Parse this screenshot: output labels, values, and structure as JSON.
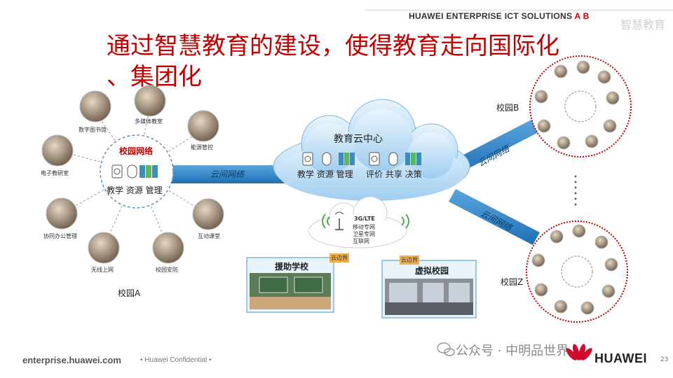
{
  "header": {
    "brand": "HUAWEI ENTERPRISE ICT SOLUTIONS",
    "tag": "A B",
    "ghost": "智慧教育"
  },
  "title_line1": "通过智慧教育的建设，使得教育走向国际化",
  "title_line2": "、集团化",
  "campus_a": {
    "center_title": "校园网络",
    "center_labels": "教学 资源 管理",
    "name": "校园A",
    "nodes": [
      "数字图书馆",
      "多媒体教室",
      "能源管控",
      "互动课堂",
      "校园安防",
      "无线上网",
      "协同办公管理",
      "电子教研室"
    ]
  },
  "links": {
    "left": "云间网络",
    "upper_right": "云间网络",
    "lower_right": "云间网络"
  },
  "cloud": {
    "title": "教育云中心",
    "labels": "教学 资源 管理",
    "labels2": "评价 共享 决策"
  },
  "mobile": {
    "label1": "3G/LTE",
    "label2": "移动专网",
    "label3": "卫星专网",
    "label4": "互联网"
  },
  "panel_left": {
    "title": "援助学校",
    "badge": "云边界"
  },
  "panel_right": {
    "title": "虚拟校园",
    "badge": "云边界"
  },
  "campus_b": {
    "name": "校园B"
  },
  "campus_z": {
    "name": "校园Z"
  },
  "footer": {
    "url": "enterprise.huawei.com",
    "confidential": "•  Huawei Confidential  •",
    "page": "23",
    "watermark": "公众号 · 中明品世界",
    "logo": "HUAWEI"
  },
  "colors": {
    "accent": "#c00000",
    "link": "#2a7fc4",
    "cloud": "#a9d4f2"
  }
}
